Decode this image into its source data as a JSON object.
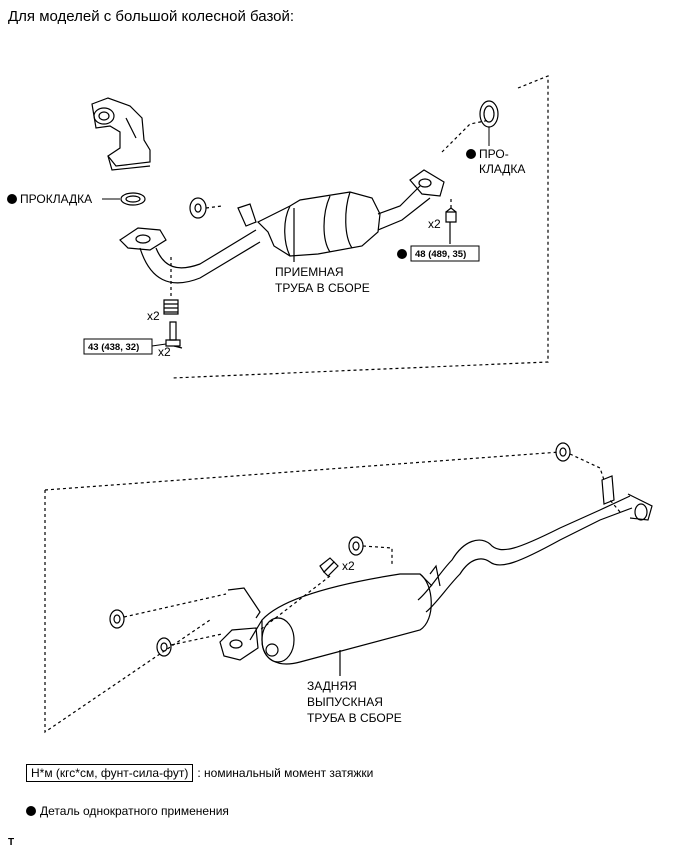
{
  "header": {
    "title": "Для моделей с большой колесной базой:"
  },
  "labels": {
    "gasket_left": "ПРОКЛАДКА",
    "gasket_right_line1": "ПРО-",
    "gasket_right_line2": "КЛАДКА",
    "front_pipe_line1": "ПРИЕМНАЯ",
    "front_pipe_line2": "ТРУБА В СБОРЕ",
    "rear_pipe_line1": "ЗАДНЯЯ",
    "rear_pipe_line2": "ВЫПУСКНАЯ",
    "rear_pipe_line3": "ТРУБА В СБОРЕ",
    "qty_nuts_right": "x2",
    "qty_springs": "x2",
    "qty_bolts": "x2",
    "qty_rear_bolts": "x2"
  },
  "torques": {
    "right_nut": "48 (489, 35)",
    "left_bolt": "43 (438, 32)"
  },
  "legend": {
    "torque_box": "Н*м (кгс*см, фунт-сила-фут)",
    "torque_desc": ": номинальный момент затяжки",
    "single_use": "Деталь однократного применения"
  },
  "footer": {
    "mark": "T"
  }
}
